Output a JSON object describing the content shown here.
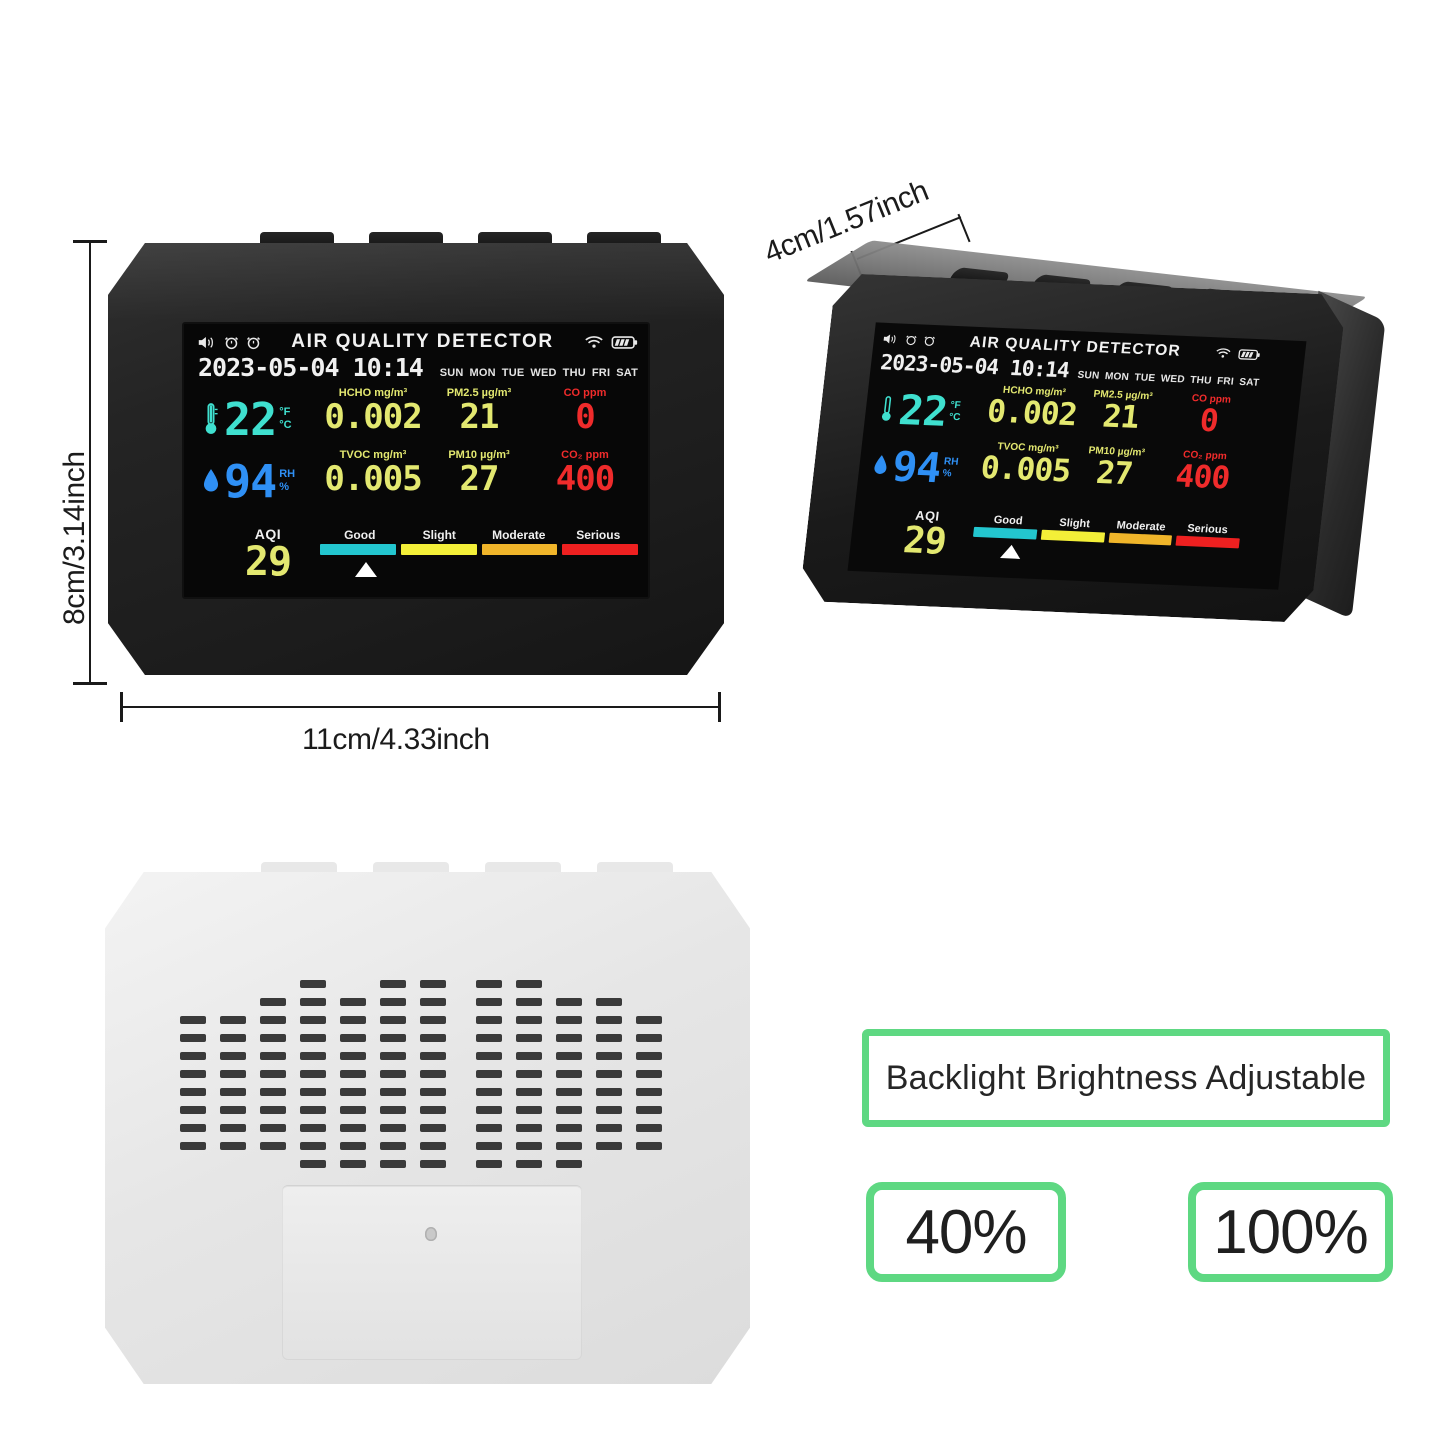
{
  "product": {
    "display": {
      "title": "AIR QUALITY DETECTOR",
      "date": "2023-05-04",
      "time": "10:14",
      "datetime_combined": "2023-05-04 10:14",
      "weekdays": [
        "SUN",
        "MON",
        "TUE",
        "WED",
        "THU",
        "FRI",
        "SAT"
      ],
      "status_icons": [
        "speaker-icon",
        "alarm-clock-icon",
        "alarm-clock-icon",
        "wifi-icon",
        "battery-icon"
      ],
      "temperature": {
        "value": "22",
        "unit_top": "°F",
        "unit_bottom": "°C",
        "icon": "thermometer-icon",
        "color": "#3fe0cf"
      },
      "humidity": {
        "value": "94",
        "unit_top": "RH",
        "unit_bottom": "%",
        "icon": "water-drop-icon",
        "color": "#2f90f5"
      },
      "metrics": [
        {
          "label": "HCHO mg/m³",
          "value": "0.002",
          "color": "#e3e870"
        },
        {
          "label": "PM2.5 µg/m³",
          "value": "21",
          "color": "#e3e870"
        },
        {
          "label": "CO ppm",
          "value": "0",
          "color": "#ef2b2b"
        },
        {
          "label": "TVOC mg/m³",
          "value": "0.005",
          "color": "#e3e870"
        },
        {
          "label": "PM10 µg/m³",
          "value": "27",
          "color": "#e3e870"
        },
        {
          "label": "CO₂ ppm",
          "value": "400",
          "color": "#ef2b2b"
        }
      ],
      "aqi": {
        "label": "AQI",
        "value": "29",
        "color": "#e3e870"
      },
      "scale": {
        "levels": [
          {
            "label": "Good",
            "color": "#23c6cf"
          },
          {
            "label": "Slight",
            "color": "#f3ef38"
          },
          {
            "label": "Moderate",
            "color": "#f0b52a"
          },
          {
            "label": "Serious",
            "color": "#ee2020"
          }
        ],
        "active_index": 0,
        "marker": "triangle-up-marker"
      }
    },
    "dimensions": {
      "height": "8cm/3.14inch",
      "width": "11cm/4.33inch",
      "depth": "4cm/1.57inch"
    },
    "features": {
      "headline": "Backlight Brightness Adjustable",
      "levels": [
        "40%",
        "100%"
      ],
      "accent_color": "#5ed882"
    }
  }
}
